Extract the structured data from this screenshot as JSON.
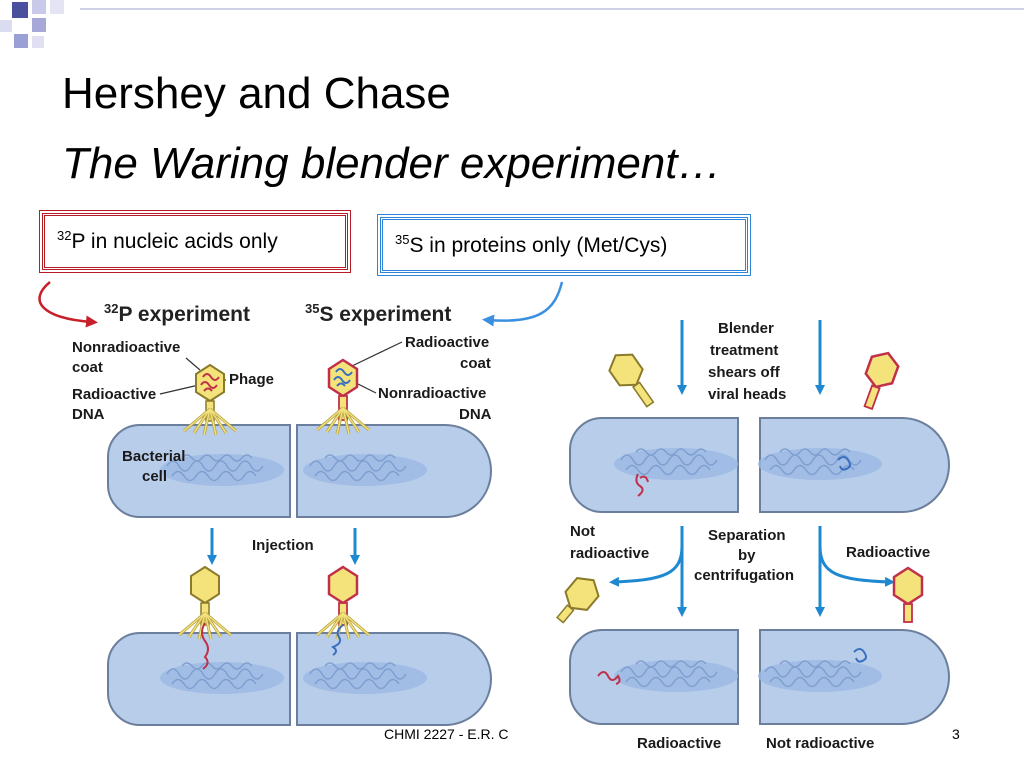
{
  "slide": {
    "title": "Hershey and Chase",
    "subtitle": "The Waring blender experiment…",
    "footer": "CHMI 2227 - E.R. C",
    "page_number": "3"
  },
  "callouts": {
    "p32": {
      "isotope_mass": "32",
      "text": "P in nucleic acids only",
      "color": "#b51c24"
    },
    "s35": {
      "isotope_mass": "35",
      "text": "S in proteins only (Met/Cys)",
      "color": "#2f86d8"
    }
  },
  "figure": {
    "p_experiment": {
      "mass": "32",
      "label": "P experiment"
    },
    "s_experiment": {
      "mass": "35",
      "label": "S experiment"
    },
    "labels": {
      "nonradio_coat_1": "Nonradioactive",
      "nonradio_coat_2": "coat",
      "phage": "Phage",
      "radio_dna_1": "Radioactive",
      "radio_dna_2": "DNA",
      "radio_coat_1": "Radioactive",
      "radio_coat_2": "coat",
      "nonradio_dna_1": "Nonradioactive",
      "nonradio_dna_2": "DNA",
      "bacterial_1": "Bacterial",
      "bacterial_2": "cell",
      "injection": "Injection",
      "blender_1": "Blender",
      "blender_2": "treatment",
      "blender_3": "shears off",
      "blender_4": "viral heads",
      "not_radio_1": "Not",
      "not_radio_2": "radioactive",
      "separation_1": "Separation",
      "separation_2": "by",
      "separation_3": "centrifugation",
      "radioactive": "Radioactive",
      "bottom_radioactive": "Radioactive",
      "bottom_not_radioactive": "Not radioactive"
    },
    "colors": {
      "cell_fill": "#b8cdea",
      "cell_stroke": "#6b7f9d",
      "phage_head": "#f4e27a",
      "phage_stroke": "#8a7a2a",
      "p32_dna": "#c0304a",
      "s35_dna": "#3a6fc0",
      "arrow": "#1e88d0",
      "nucleoid": "#8fb0dc"
    }
  }
}
